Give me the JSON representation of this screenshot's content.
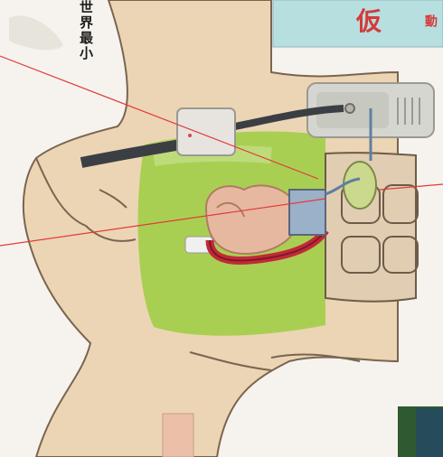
{
  "caption": {
    "vertical_text": "世界最小",
    "teal_box_char": "仮",
    "teal_box_char2": "動"
  },
  "colors": {
    "skin": "#ecd5b4",
    "skin_outline": "#7a6450",
    "green_cavity": "#a9cf52",
    "teal_panel": "#b7dfe0",
    "tube_red": "#c3283a",
    "tube_dark": "#3b3f44",
    "device_gray": "#d6d6d0",
    "pink_swatch": "#ecc0a8",
    "dark_green": "#2f5a2f",
    "laser_line": "#e23a3a"
  },
  "icons": {
    "heart": "heart-illustration",
    "pump": "pump-device",
    "battery": "external-controller"
  }
}
